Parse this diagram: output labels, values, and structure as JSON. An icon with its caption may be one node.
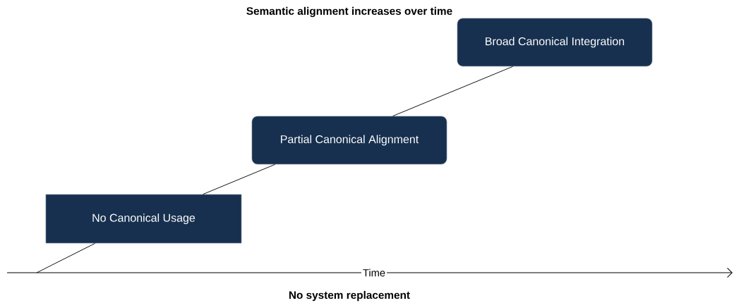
{
  "diagram": {
    "title": "Semantic alignment increases over time",
    "caption": "No system replacement",
    "nodes": [
      {
        "text": [
          "No Canonical Usage"
        ]
      },
      {
        "text": [
          "Partial Canonical Alignment"
        ]
      },
      {
        "text": [
          "Broad Canonical Integration"
        ]
      }
    ],
    "edges": [
      {
        "from": null,
        "to": 0,
        "arrow": "none"
      },
      {
        "from": 0,
        "to": 1,
        "arrow": "none"
      },
      {
        "from": 1,
        "to": 2,
        "arrow": "none"
      }
    ],
    "labels": [
      "Time"
    ]
  }
}
